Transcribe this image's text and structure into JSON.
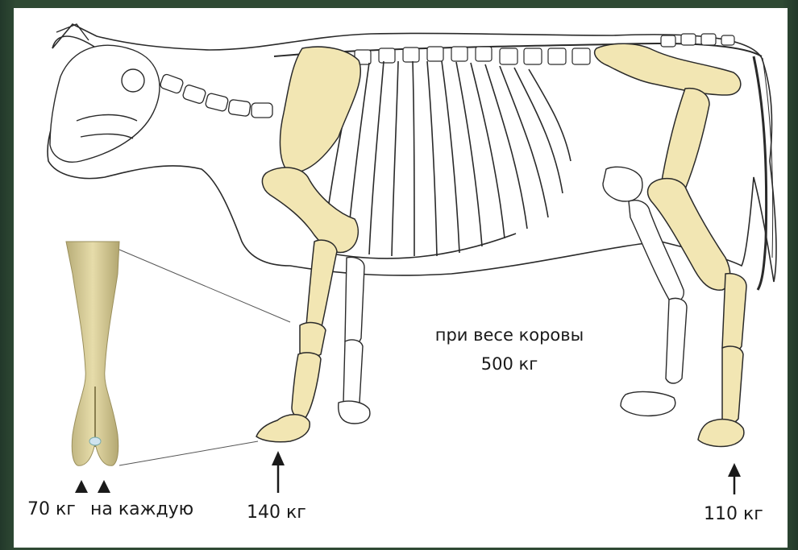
{
  "caption": {
    "line1": "при весе коровы",
    "line2": "500 кг"
  },
  "loads": {
    "hoof_half": "70 кг",
    "per_each": "на каждую",
    "front_leg": "140 кг",
    "hind_leg": "110 кг"
  },
  "colors": {
    "bone_highlight": "#f2e6b3",
    "outline": "#2a2a2a",
    "background": "#ffffff",
    "frame": "#2f4a34",
    "photo_bone": "#e0d49e"
  }
}
